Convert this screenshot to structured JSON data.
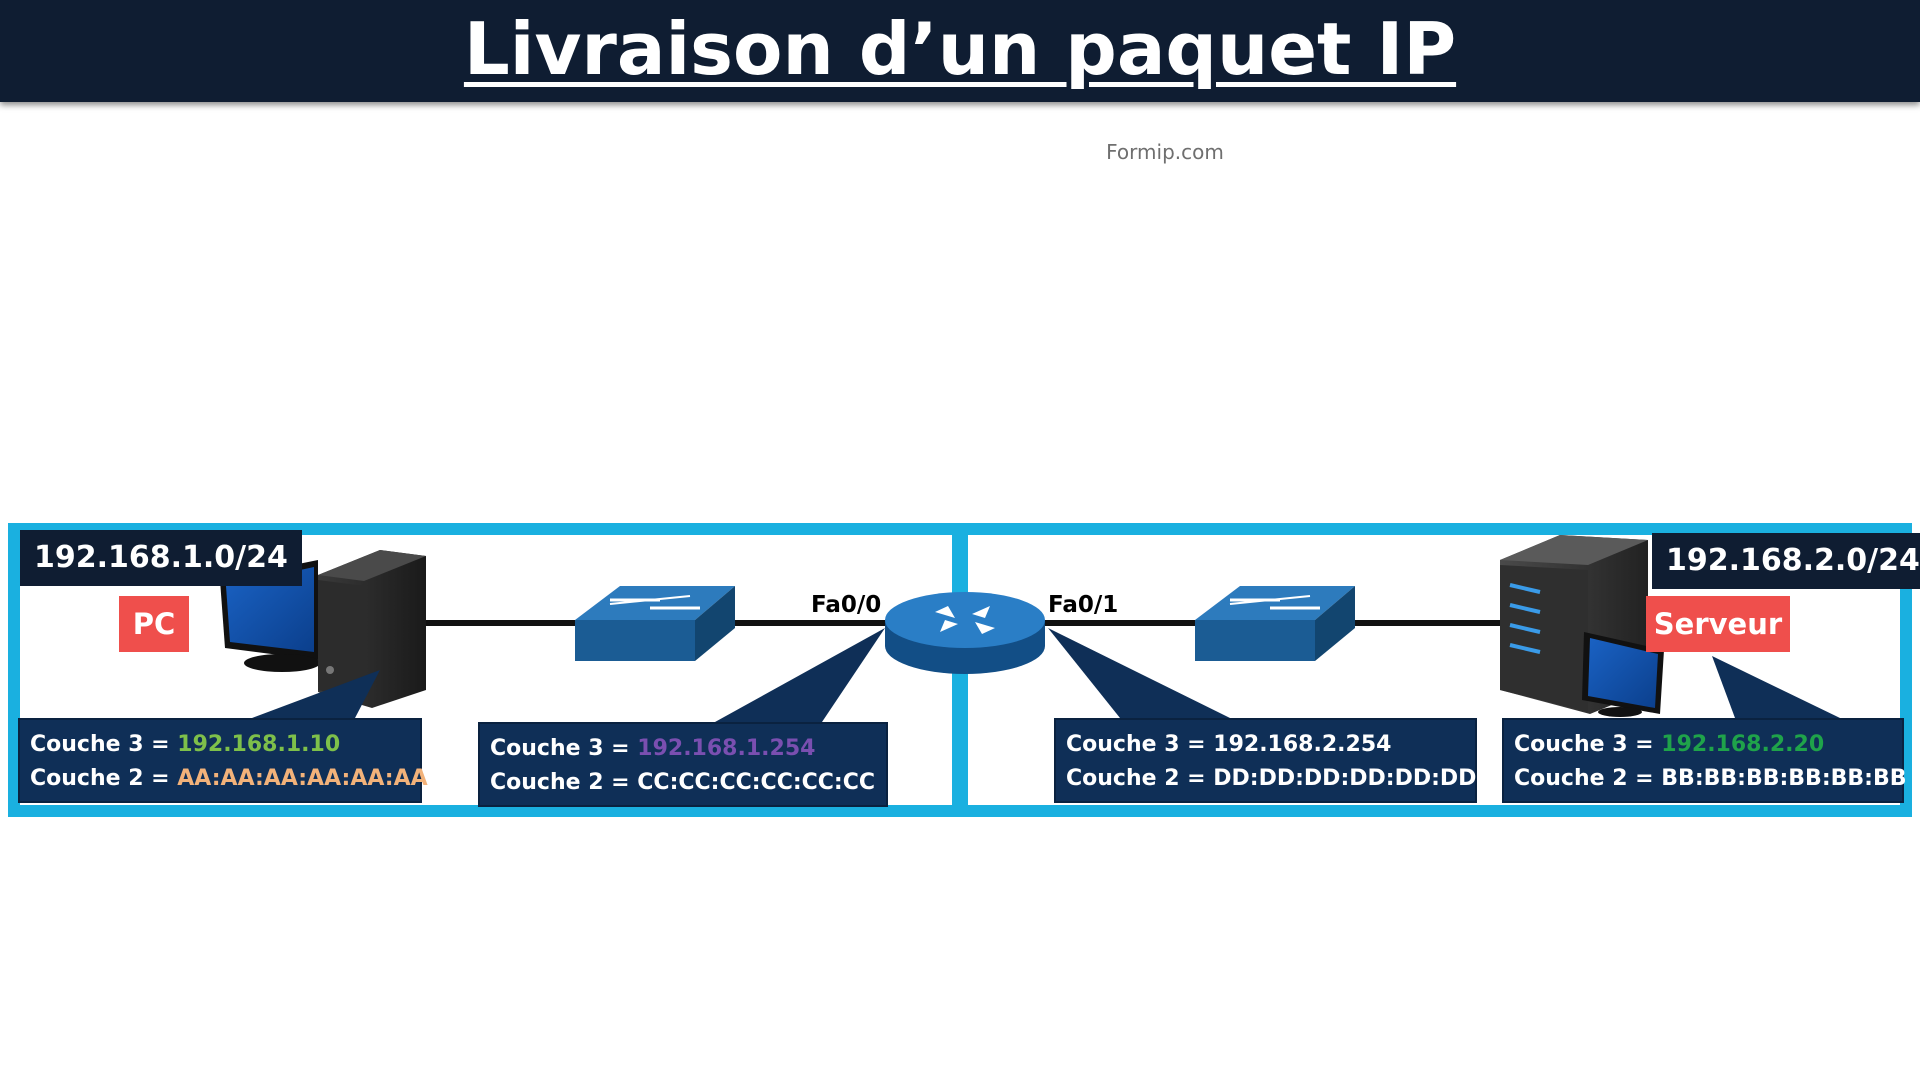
{
  "title": "Livraison d’un paquet IP",
  "watermark": "Formip.com",
  "colors": {
    "header_bg": "#0f1d32",
    "frame": "#1ab0e0",
    "label_bg": "#0f1d32",
    "device_label_bg": "#ef4f4c",
    "info_bg": "#0f2f57",
    "device_blue": "#1b5c94"
  },
  "left_network": {
    "subnet": "192.168.1.0/24",
    "device_name": "PC",
    "device_icon": "desktop-pc-icon",
    "switch_icon": "switch-icon",
    "pc_info": {
      "l3_label": "Couche 3 =",
      "l3_value": "192.168.1.10",
      "l2_label": "Couche 2 =",
      "l2_value": "AA:AA:AA:AA:AA:AA"
    },
    "router_info": {
      "l3_label": "Couche 3 =",
      "l3_value": "192.168.1.254",
      "l2_label": "Couche 2 =",
      "l2_value": "CC:CC:CC:CC:CC:CC"
    }
  },
  "router": {
    "icon": "router-icon",
    "port_left": "Fa0/0",
    "port_right": "Fa0/1"
  },
  "right_network": {
    "subnet": "192.168.2.0/24",
    "device_name": "Serveur",
    "device_icon": "server-tower-icon",
    "switch_icon": "switch-icon",
    "router_info": {
      "l3_label": "Couche 3 =",
      "l3_value": "192.168.2.254",
      "l2_label": "Couche 2 =",
      "l2_value": "DD:DD:DD:DD:DD:DD"
    },
    "server_info": {
      "l3_label": "Couche 3 =",
      "l3_value": "192.168.2.20",
      "l2_label": "Couche 2 =",
      "l2_value": "BB:BB:BB:BB:BB:BB"
    }
  }
}
